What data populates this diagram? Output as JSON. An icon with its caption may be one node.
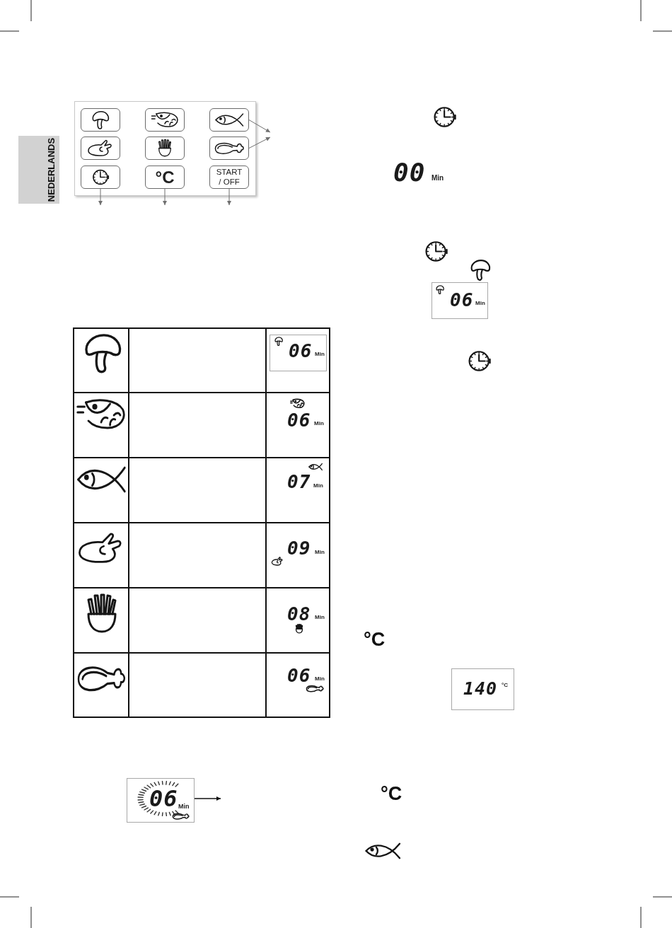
{
  "diagram": {
    "nodes": [
      {
        "text": [
          "NEDERLANDS"
        ]
      },
      {
        "text": [],
        "shape": "box"
      },
      {
        "text": [],
        "shape": "box",
        "in": 1
      },
      {
        "text": [],
        "shape": "box",
        "in": 1
      },
      {
        "text": [],
        "shape": "box",
        "in": 1
      },
      {
        "text": [],
        "shape": "box",
        "in": 1
      },
      {
        "text": [],
        "shape": "box",
        "in": 1
      },
      {
        "text": [],
        "shape": "box",
        "in": 1
      },
      {
        "text": [],
        "shape": "box",
        "in": 1
      },
      {
        "text": [
          "°C"
        ],
        "in": 1
      },
      {
        "text": [
          "START / OFF"
        ],
        "in": 1
      },
      {
        "text": [
          "06",
          "Min"
        ]
      },
      {
        "text": [
          "06",
          "Min"
        ]
      },
      {
        "text": [
          "06",
          "Min"
        ]
      },
      {
        "text": [
          "140",
          "°C"
        ]
      }
    ],
    "edges": [
      {
        "from": 4,
        "to": null,
        "arrow": "to"
      },
      {
        "from": 7,
        "to": null,
        "arrow": "to"
      },
      {
        "from": 8,
        "to": null,
        "arrow": "to"
      },
      {
        "from": 9,
        "to": null,
        "arrow": "to"
      },
      {
        "from": 10,
        "to": null,
        "arrow": "to"
      },
      {
        "from": 12,
        "to": null,
        "arrow": "to",
        "color": "#111111"
      }
    ],
    "labels": [
      "06",
      "Min",
      "07",
      "Min",
      "09",
      "Min",
      "08",
      "Min",
      "06",
      "Min",
      "00",
      "Min",
      "°C",
      "°C"
    ]
  }
}
